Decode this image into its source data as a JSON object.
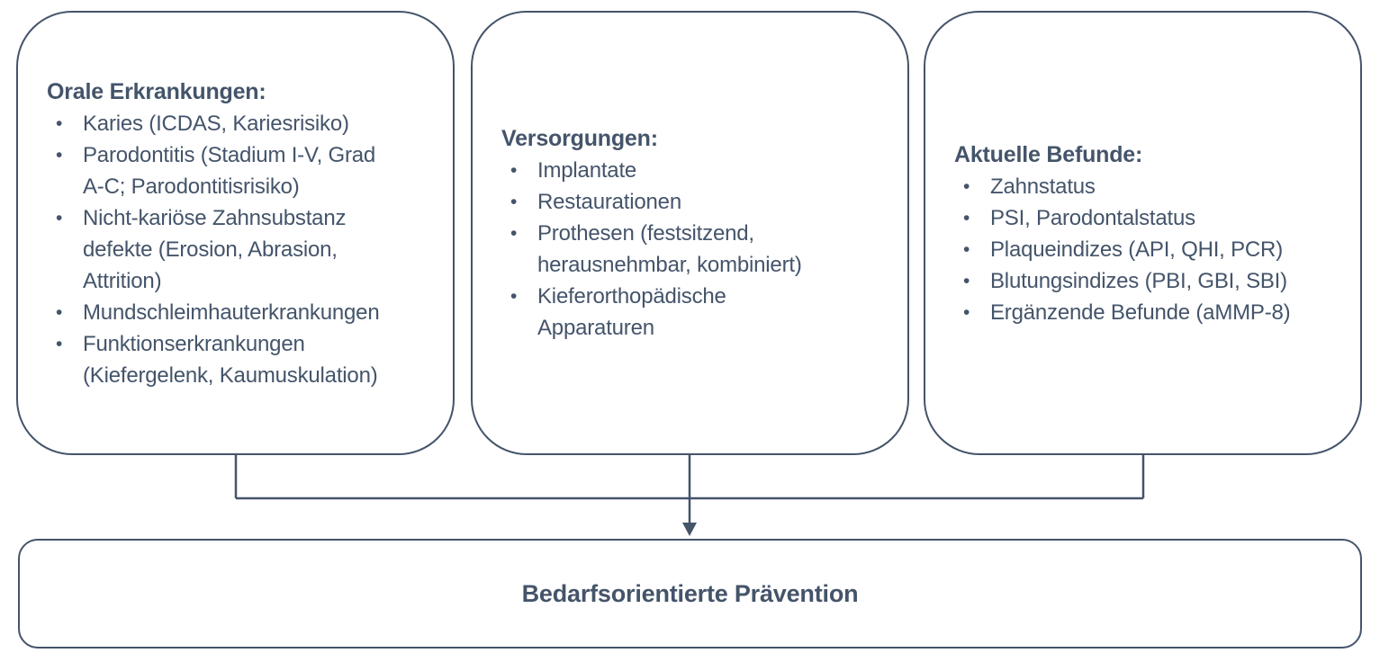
{
  "diagram": {
    "bullet_glyph": "•",
    "colors": {
      "line": "#44546A",
      "text": "#44546A",
      "background": "#FFFFFF"
    },
    "boxes": [
      {
        "title": "Orale Erkrankungen:",
        "items": [
          "Karies (ICDAS, Kariesrisiko)",
          "Parodontitis (Stadium I-V, Grad\nA-C; Parodontitisrisiko)",
          "Nicht-kariöse Zahnsubstanz\ndefekte (Erosion, Abrasion,\nAttrition)",
          "Mundschleimhauterkrankungen",
          "Funktionserkrankungen\n(Kiefergelenk, Kaumuskulation)"
        ]
      },
      {
        "title": "Versorgungen:",
        "items": [
          "Implantate",
          "Restaurationen",
          "Prothesen (festsitzend,\nherausnehmbar, kombiniert)",
          "Kieferorthopädische\nApparaturen"
        ]
      },
      {
        "title": "Aktuelle Befunde:",
        "items": [
          "Zahnstatus",
          "PSI, Parodontalstatus",
          "Plaqueindizes (API, QHI, PCR)",
          "Blutungsindizes (PBI, GBI, SBI)",
          "Ergänzende Befunde (aMMP-8)"
        ]
      }
    ],
    "result_box": {
      "title": "Bedarfsorientierte Prävention"
    }
  }
}
